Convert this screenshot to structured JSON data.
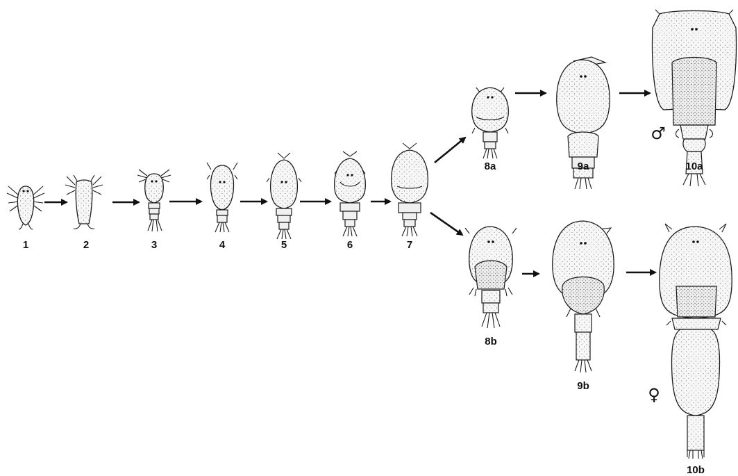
{
  "figure": {
    "stages": [
      {
        "label": "1"
      },
      {
        "label": "2"
      },
      {
        "label": "3"
      },
      {
        "label": "4"
      },
      {
        "label": "5"
      },
      {
        "label": "6"
      },
      {
        "label": "7"
      },
      {
        "label": "8a"
      },
      {
        "label": "9a"
      },
      {
        "label": "10a"
      },
      {
        "label": "8b"
      },
      {
        "label": "9b"
      },
      {
        "label": "10b"
      }
    ],
    "male_symbol": "♂",
    "female_symbol": "♀",
    "colors": {
      "ink": "#111111",
      "fill": "#f4f4f4",
      "background": "#ffffff"
    }
  }
}
